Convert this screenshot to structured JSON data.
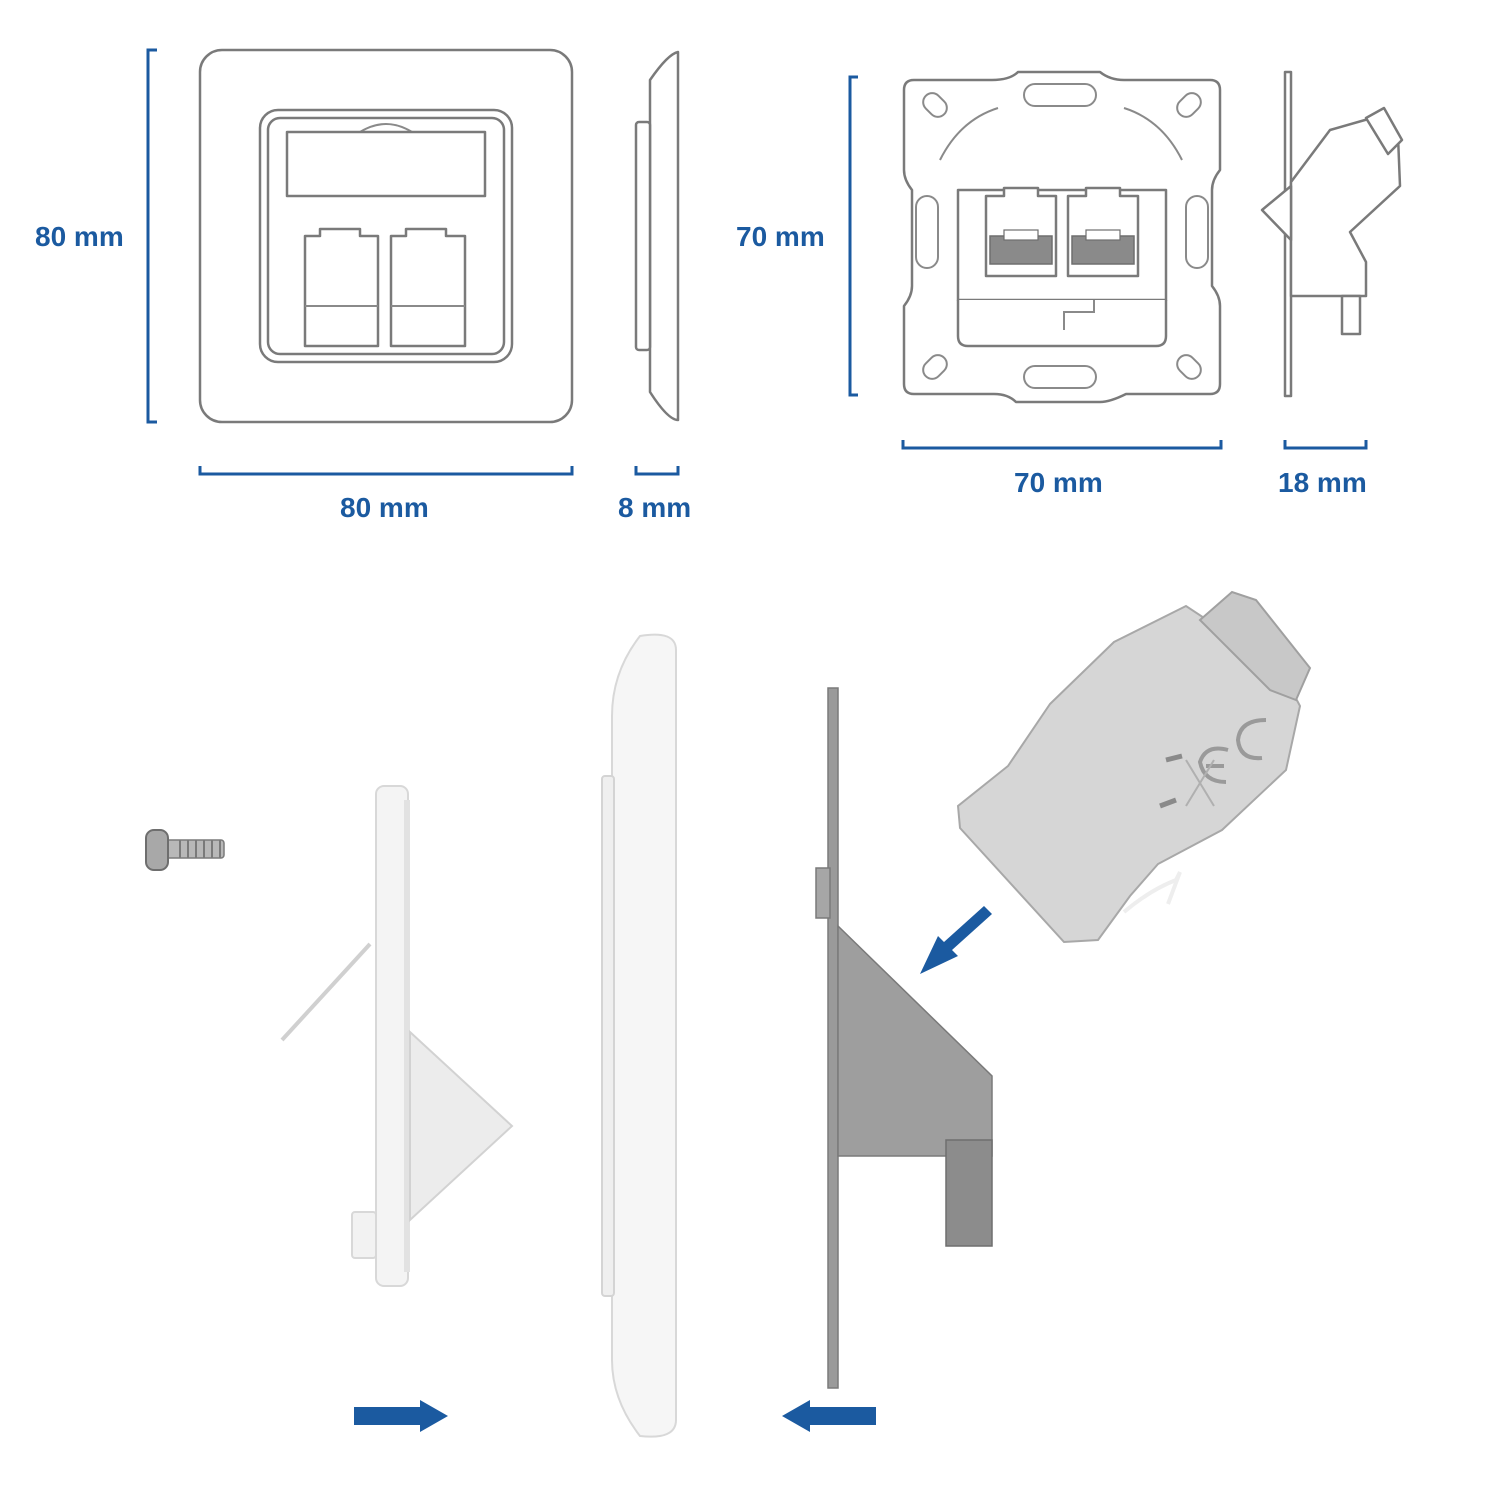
{
  "dimensions": {
    "cover_height": "80 mm",
    "cover_width": "80 mm",
    "cover_depth": "8 mm",
    "insert_height": "70 mm",
    "insert_width": "70 mm",
    "insert_depth": "18 mm"
  },
  "colors": {
    "accent": "#1b5aa0",
    "outline": "#7a7a7a",
    "metal": "#9a9a9a",
    "keystone": "#d6d6d6",
    "white_part": "#f4f4f4"
  },
  "icons": {
    "left_arrow": "arrow-right-icon",
    "right_arrow": "arrow-left-icon",
    "insert_arrow": "arrow-down-left-icon"
  }
}
